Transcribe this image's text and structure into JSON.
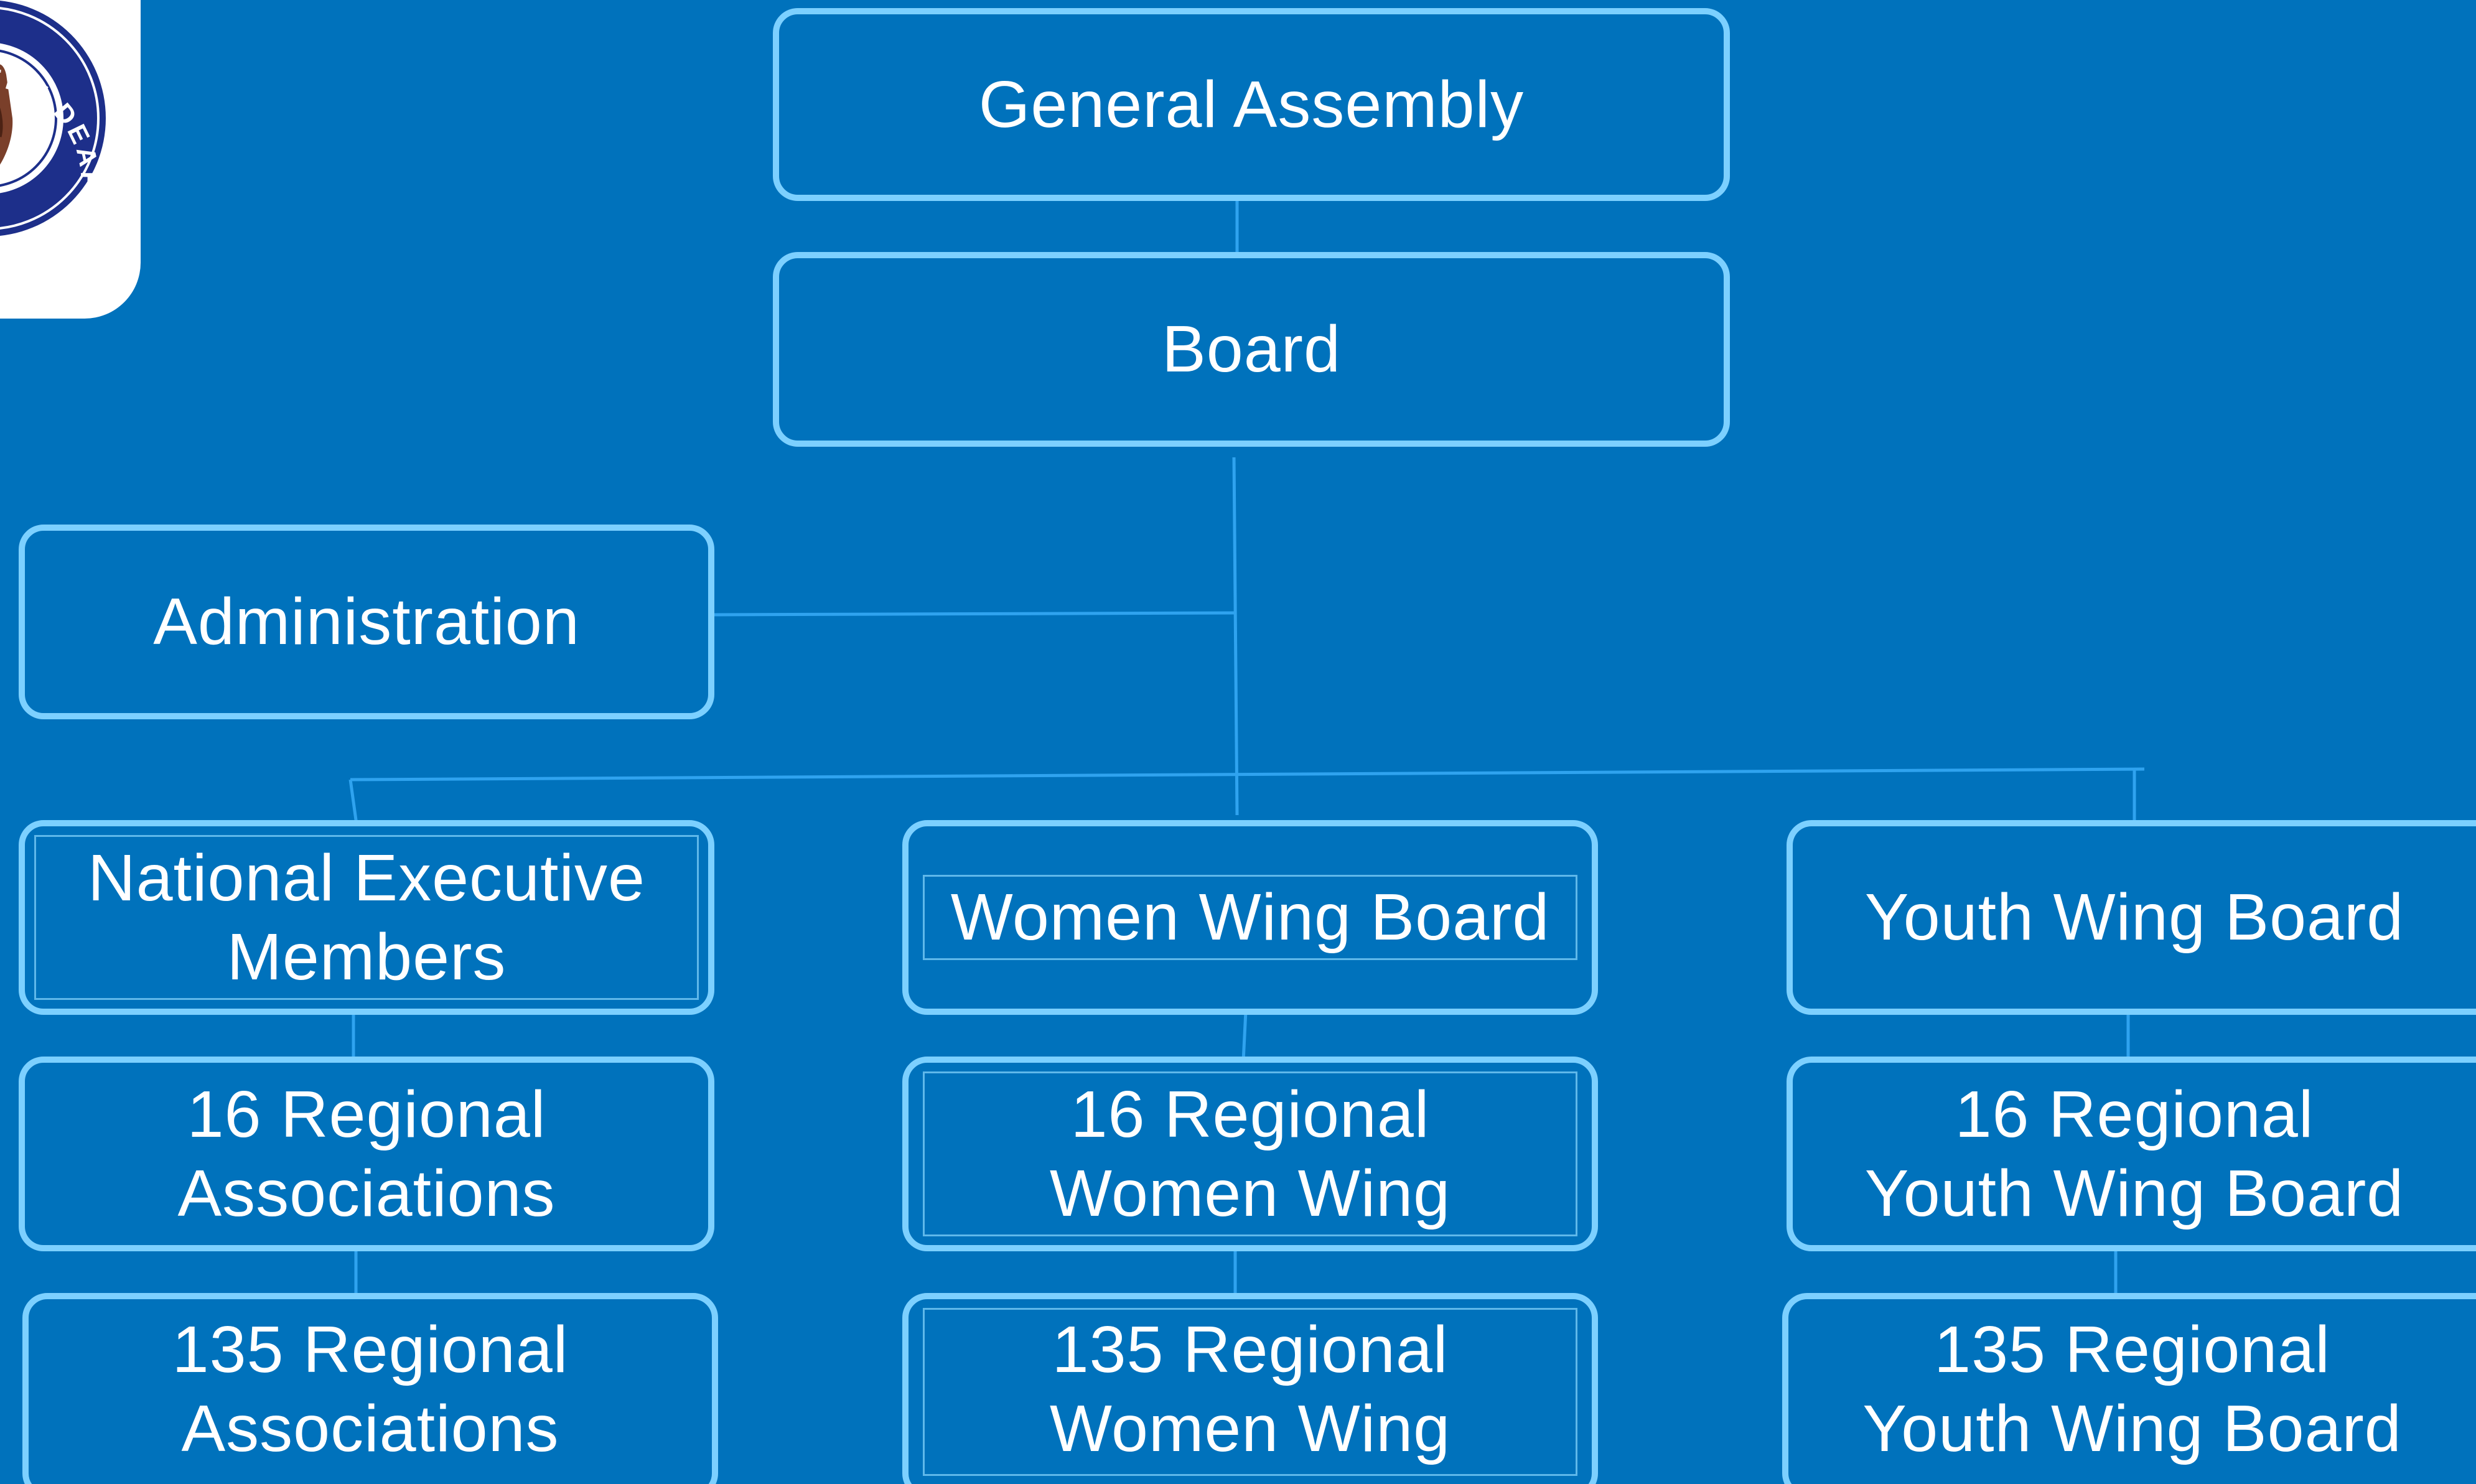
{
  "colors": {
    "background": "#0072bc",
    "box_border": "#7cd0ff",
    "connector": "#2fa3ef",
    "text": "#ffffff"
  },
  "logo": {
    "seal_text": "TION OF THE DEAF",
    "icon": "association-seal-icon"
  },
  "nodes": {
    "general_assembly": "General Assembly",
    "board": "Board",
    "administration": "Administration",
    "national_executive": "National Executive\nMembers",
    "women_wing_board": "Women Wing Board",
    "youth_wing_board": "Youth Wing Board",
    "regional_16_associations": "16 Regional\nAssociations",
    "regional_16_women": "16 Regional\nWomen Wing",
    "regional_16_youth": "16 Regional\nYouth Wing Board",
    "regional_135_associations": "135 Regional\nAssociations",
    "regional_135_women": "135 Regional\nWomen Wing",
    "regional_135_youth": "135 Regional\nYouth Wing Board"
  }
}
